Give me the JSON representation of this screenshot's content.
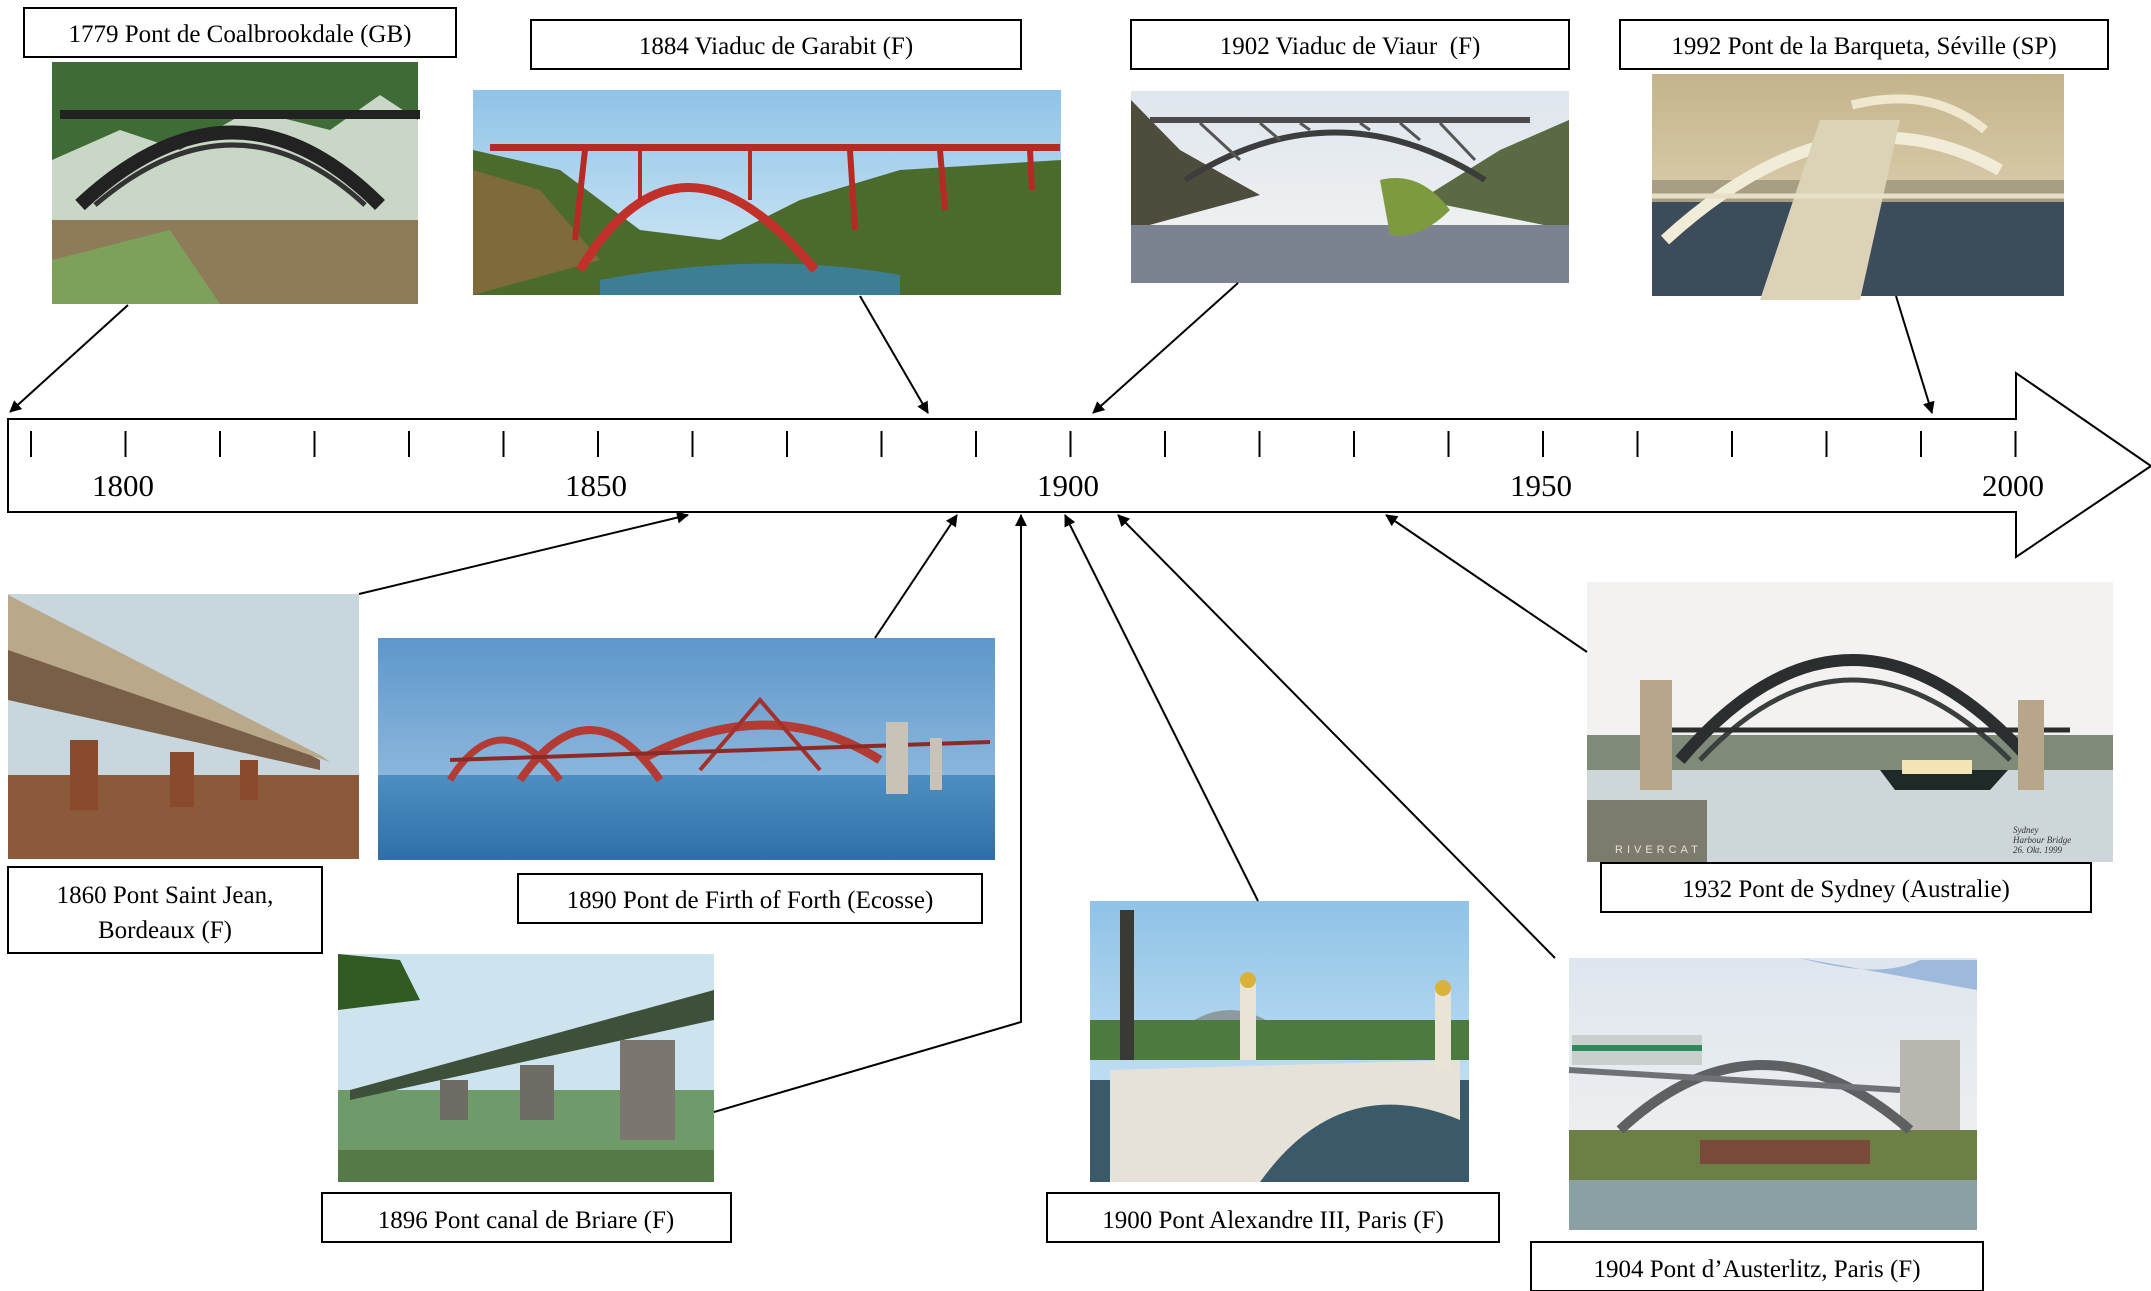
{
  "timeline": {
    "year_labels": [
      "1800",
      "1850",
      "1900",
      "1950",
      "2000"
    ]
  },
  "bridges": [
    {
      "id": "coalbrookdale",
      "year": 1779,
      "label": "1779 Pont de Coalbrookdale (GB)"
    },
    {
      "id": "garabit",
      "year": 1884,
      "label": "1884 Viaduc de Garabit (F)"
    },
    {
      "id": "viaur",
      "year": 1902,
      "label": "1902 Viaduc de Viaur  (F)"
    },
    {
      "id": "barqueta",
      "year": 1992,
      "label": "1992 Pont de la Barqueta, Séville (SP)"
    },
    {
      "id": "saint-jean",
      "year": 1860,
      "label_line1": "1860 Pont Saint Jean,",
      "label_line2": "Bordeaux (F)"
    },
    {
      "id": "firth-of-forth",
      "year": 1890,
      "label": "1890 Pont de Firth of Forth (Ecosse)"
    },
    {
      "id": "briare",
      "year": 1896,
      "label": "1896 Pont canal de Briare (F)"
    },
    {
      "id": "alexandre-iii",
      "year": 1900,
      "label": "1900 Pont Alexandre III, Paris (F)"
    },
    {
      "id": "austerlitz",
      "year": 1904,
      "label": "1904 Pont d’Austerlitz, Paris (F)"
    },
    {
      "id": "sydney",
      "year": 1932,
      "label": "1932 Pont de Sydney (Australie)"
    }
  ],
  "photo_captions": {
    "sydney_line1": "Sydney",
    "sydney_line2": "Harbour Bridge",
    "sydney_line3": "26. Okt. 1999",
    "rivercat": "RIVERCAT"
  }
}
